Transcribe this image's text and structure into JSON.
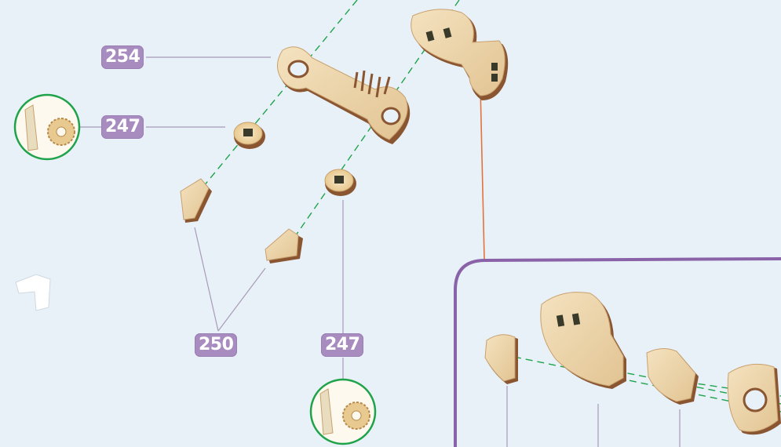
{
  "part_labels": {
    "top_bar": "254",
    "gear_left": "247",
    "feet": "250",
    "gear_bottom": "247"
  },
  "icons": [
    "gear-indicator-icon",
    "back-arrow-icon"
  ],
  "colors": {
    "background": "#e8f1f8",
    "label_fill": "#a88cc0",
    "leader_line": "#a89ab8",
    "assembly_guide": "#1fa34a",
    "callout_line": "#e2733c",
    "detail_frame": "#8a62a8",
    "wood_face": "#ecd3a6",
    "wood_edge": "#8a5632"
  }
}
